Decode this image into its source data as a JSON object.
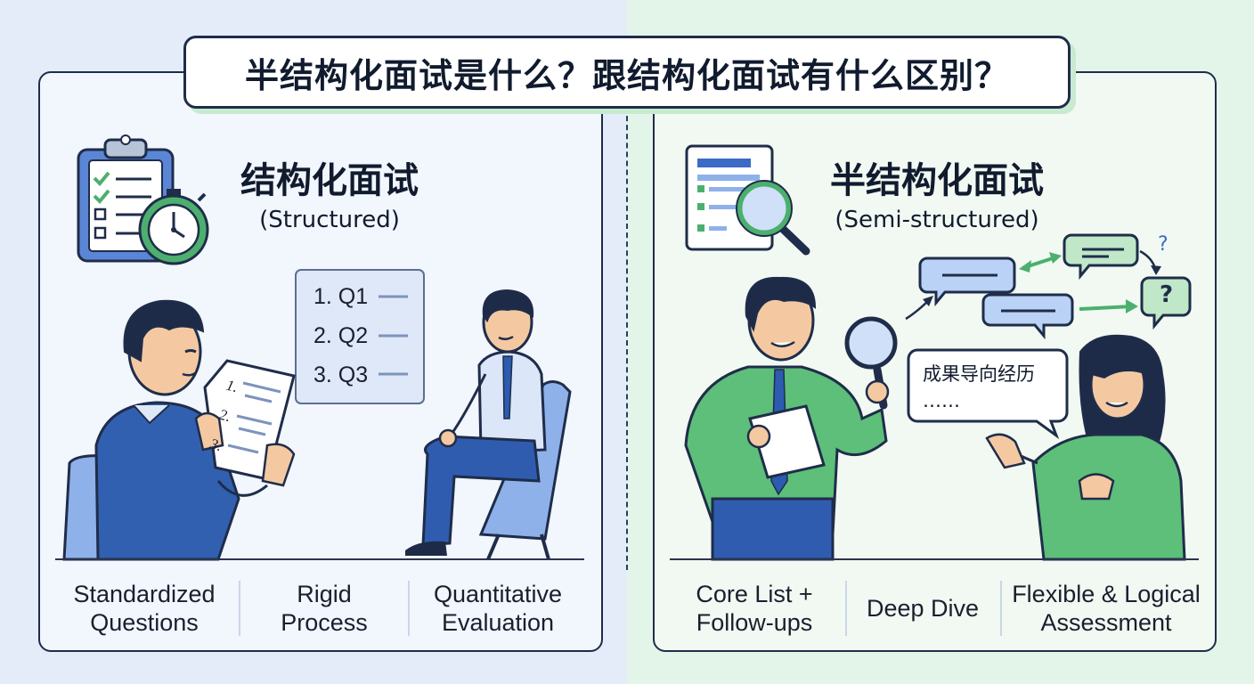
{
  "title": "半结构化面试是什么？跟结构化面试有什么区别？",
  "left": {
    "heading_zh": "结构化面试",
    "heading_en": "(Structured)",
    "question_list": [
      "1. Q1",
      "2. Q2",
      "3. Q3"
    ],
    "paper_marks": [
      "1.",
      "2.",
      "3."
    ],
    "features": [
      {
        "line1": "Standardized",
        "line2": "Questions"
      },
      {
        "line1": "Rigid",
        "line2": "Process"
      },
      {
        "line1": "Quantitative",
        "line2": "Evaluation"
      }
    ]
  },
  "right": {
    "heading_zh": "半结构化面试",
    "heading_en": "(Semi-structured)",
    "speech_line1": "成果导向经历",
    "speech_line2": "……",
    "question_marks": [
      "?",
      "?"
    ],
    "features": [
      {
        "line1": "Core List +",
        "line2": "Follow-ups"
      },
      {
        "line1": "Deep Dive",
        "line2": ""
      },
      {
        "line1": "Flexible & Logical",
        "line2": "Assessment"
      }
    ]
  },
  "colors": {
    "blue_accent": "#3b6bc4",
    "green_accent": "#4caf6e",
    "outline": "#1f2d4a"
  },
  "icons": [
    "clipboard-checklist-icon",
    "stopwatch-icon",
    "document-magnifier-icon",
    "magnifying-glass-icon",
    "speech-bubble-icon"
  ]
}
